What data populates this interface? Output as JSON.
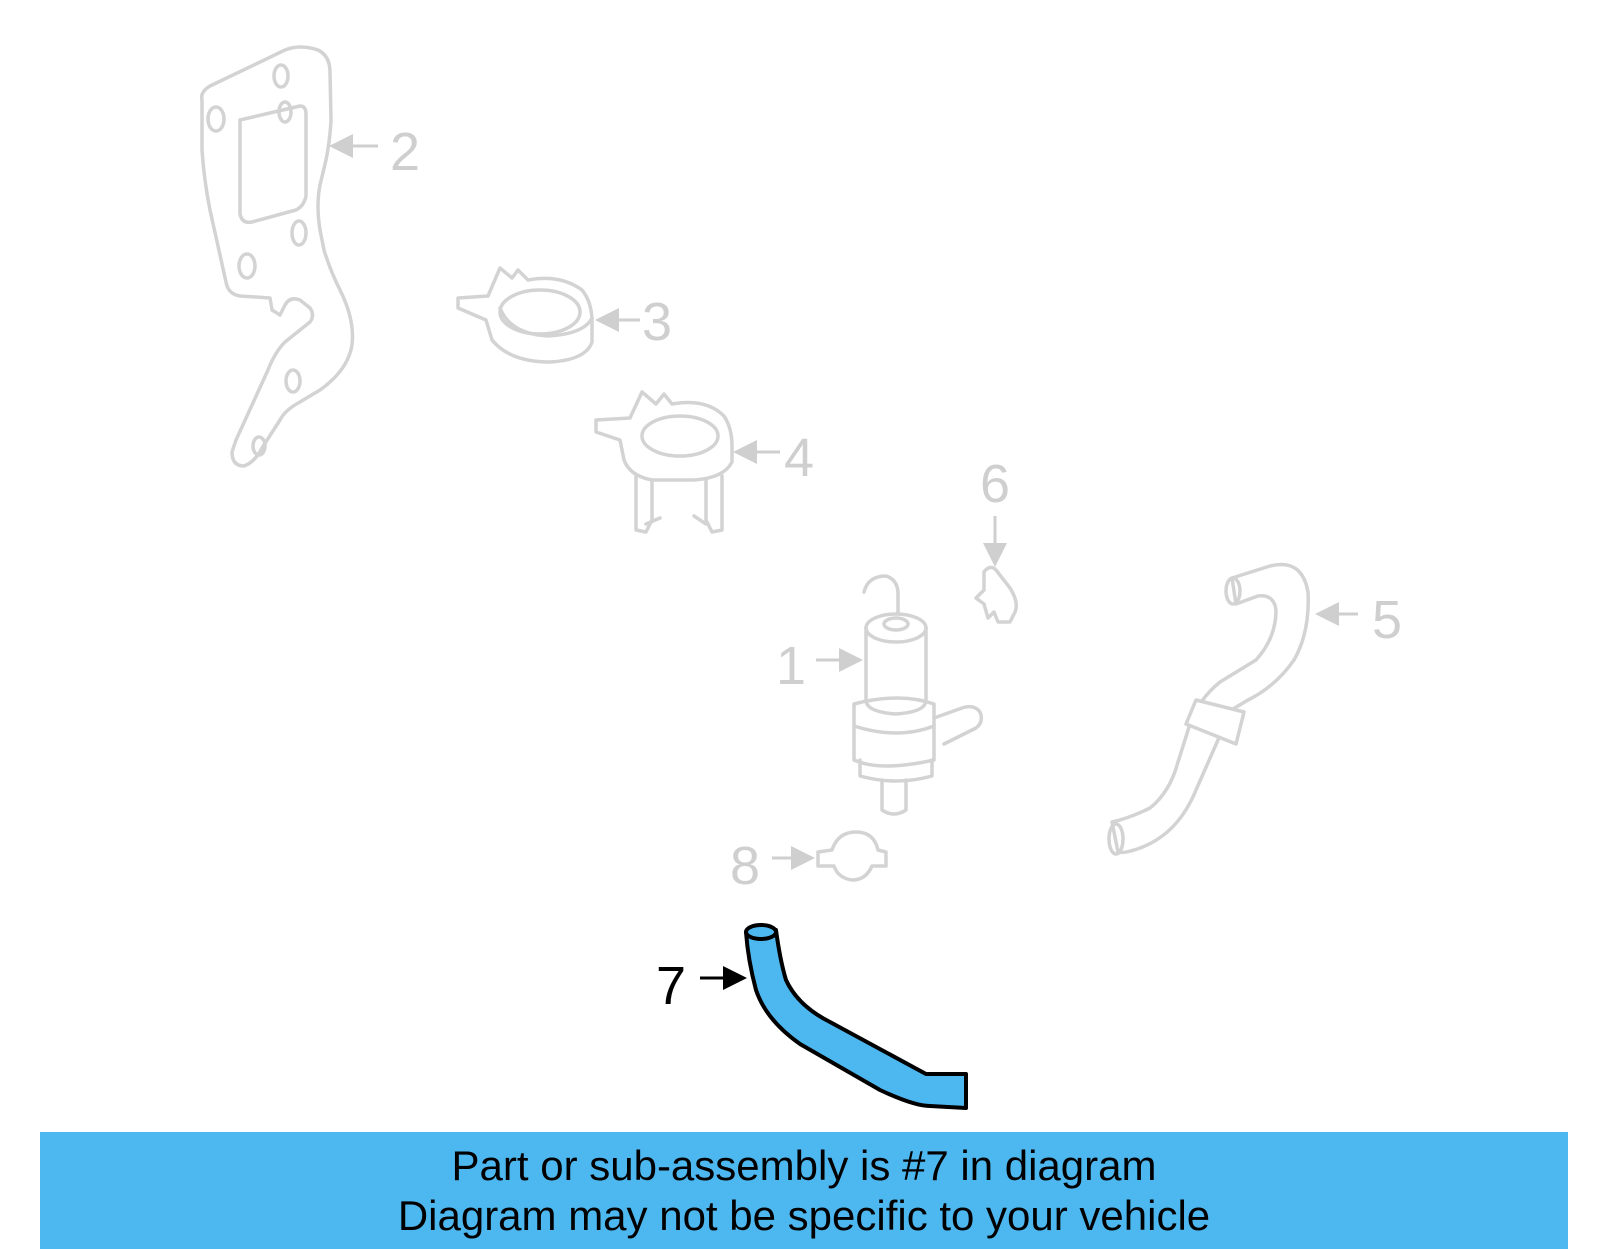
{
  "diagram": {
    "highlight_color": "#4db8f0",
    "ghost_color": "#d3d3d3",
    "callouts": {
      "c1": "1",
      "c2": "2",
      "c3": "3",
      "c4": "4",
      "c5": "5",
      "c6": "6",
      "c7": "7",
      "c8": "8"
    },
    "highlighted_part": "7"
  },
  "banner": {
    "line1": "Part or sub-assembly is #7 in diagram",
    "line2": "Diagram may not be specific to your vehicle"
  }
}
